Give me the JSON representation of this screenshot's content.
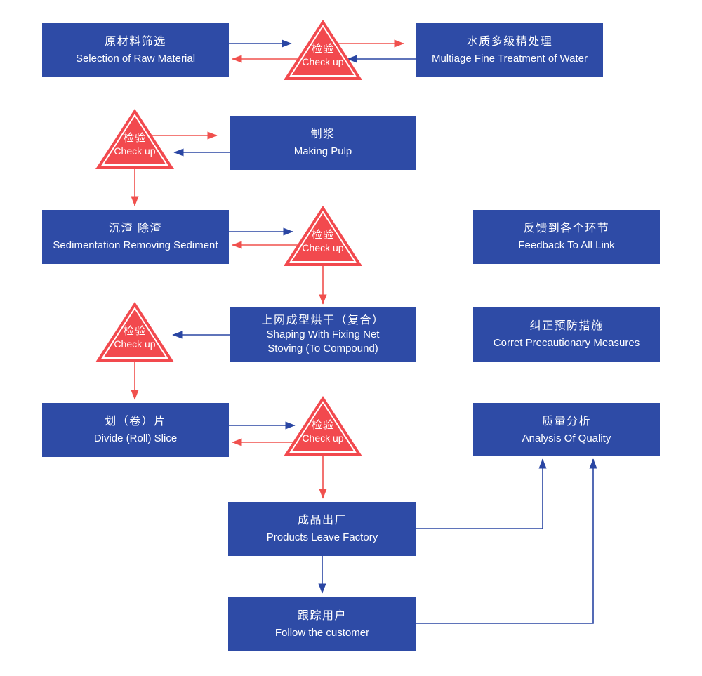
{
  "diagram": {
    "boxes": {
      "raw_material": {
        "zh": "原材料筛选",
        "en": "Selection of Raw Material"
      },
      "water_treatment": {
        "zh": "水质多级精处理",
        "en": "Multiage Fine Treatment of Water"
      },
      "making_pulp": {
        "zh": "制浆",
        "en": "Making Pulp"
      },
      "sedimentation": {
        "zh": "沉渣 除渣",
        "en": "Sedimentation Removing Sediment"
      },
      "feedback": {
        "zh": "反馈到各个环节",
        "en": "Feedback To All Link"
      },
      "shaping": {
        "zh": "上网成型烘干（复合）",
        "en": "Shaping With Fixing Net",
        "en2": "Stoving (To Compound)"
      },
      "correct": {
        "zh": "纠正预防措施",
        "en": "Corret Precautionary Measures"
      },
      "divide": {
        "zh": "划（卷）片",
        "en": "Divide (Roll) Slice"
      },
      "analysis": {
        "zh": "质量分析",
        "en": "Analysis Of Quality"
      },
      "leave_factory": {
        "zh": "成品出厂",
        "en": "Products Leave Factory"
      },
      "follow_customer": {
        "zh": "跟踪用户",
        "en": "Follow the customer"
      }
    },
    "checkup": {
      "zh": "检验",
      "en": "Check up"
    },
    "flows": [
      {
        "from": "raw_material",
        "to": "checkup_1",
        "color": "blue"
      },
      {
        "from": "checkup_1",
        "to": "raw_material",
        "color": "red"
      },
      {
        "from": "checkup_1",
        "to": "water_treatment",
        "color": "red"
      },
      {
        "from": "water_treatment",
        "to": "checkup_1",
        "color": "blue"
      },
      {
        "from": "checkup_2",
        "to": "making_pulp",
        "color": "red"
      },
      {
        "from": "making_pulp",
        "to": "checkup_2",
        "color": "blue"
      },
      {
        "from": "checkup_2",
        "to": "sedimentation",
        "color": "red"
      },
      {
        "from": "sedimentation",
        "to": "checkup_3",
        "color": "blue"
      },
      {
        "from": "checkup_3",
        "to": "sedimentation",
        "color": "red"
      },
      {
        "from": "checkup_3",
        "to": "shaping",
        "color": "red"
      },
      {
        "from": "shaping",
        "to": "checkup_4",
        "color": "blue"
      },
      {
        "from": "checkup_4",
        "to": "divide",
        "color": "red"
      },
      {
        "from": "divide",
        "to": "checkup_5",
        "color": "blue"
      },
      {
        "from": "checkup_5",
        "to": "divide",
        "color": "red"
      },
      {
        "from": "checkup_5",
        "to": "leave_factory",
        "color": "red"
      },
      {
        "from": "leave_factory",
        "to": "follow_customer",
        "color": "blue"
      },
      {
        "from": "leave_factory",
        "to": "analysis",
        "color": "blue"
      },
      {
        "from": "follow_customer",
        "to": "analysis",
        "color": "blue"
      }
    ],
    "colors": {
      "box_blue": "#2e4ba6",
      "arrow_blue": "#2a46a3",
      "red": "#f2494e",
      "red_line": "#f0504d",
      "text_white": "#ffffff",
      "background": "#ffffff"
    }
  }
}
